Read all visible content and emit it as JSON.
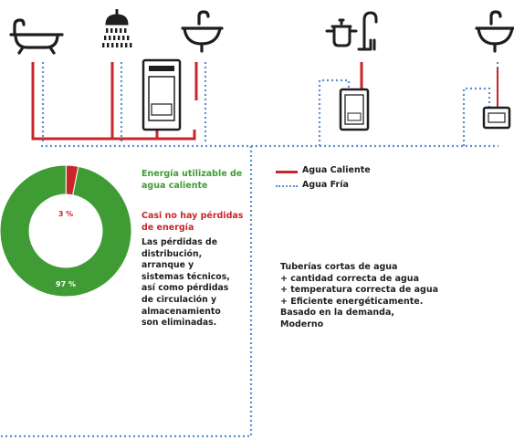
{
  "colors": {
    "hot": "#c8262b",
    "cold": "#5b8fd0",
    "green": "#3f9c35",
    "red": "#c8262b",
    "icon": "#1e1e1e"
  },
  "fixtures": [
    {
      "name": "bathtub-icon"
    },
    {
      "name": "shower-icon"
    },
    {
      "name": "sink-icon"
    },
    {
      "name": "cooking-pot-icon"
    },
    {
      "name": "kitchen-faucet-icon"
    },
    {
      "name": "sink-icon"
    }
  ],
  "heaters": [
    {
      "name": "large-water-heater-icon"
    },
    {
      "name": "medium-water-heater-icon"
    },
    {
      "name": "small-water-heater-icon"
    }
  ],
  "chart_data": {
    "type": "pie",
    "donut": true,
    "slices": [
      {
        "label": "97 %",
        "value": 97,
        "color": "#3f9c35"
      },
      {
        "label": "3 %",
        "value": 3,
        "color": "#c8262b"
      }
    ]
  },
  "texts": {
    "usable_energy": "Energía utilizable de agua caliente",
    "no_losses_title": "Casi no hay pérdidas de energía",
    "losses_body": "Las pérdidas de distribución, arranque y sistemas técnicos, así como pérdidas de circulación y almacenamiento son eliminadas."
  },
  "legend": {
    "hot": "Agua Caliente",
    "cold": "Agua Fría"
  },
  "benefits": {
    "title": "Tuberías cortas de agua",
    "items": [
      "+ cantidad correcta de agua",
      "+ temperatura correcta de agua",
      "+ Eficiente energéticamente.",
      "Basado en la demanda,",
      "Moderno"
    ]
  }
}
